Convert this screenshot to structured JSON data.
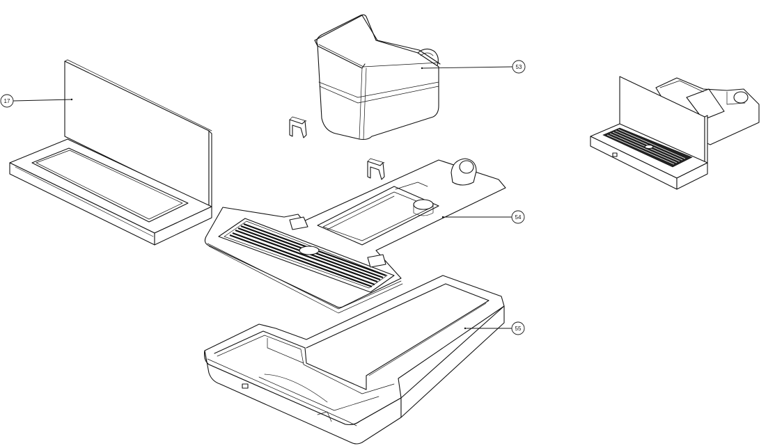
{
  "callouts": [
    {
      "id": "callout-17",
      "label": "17"
    },
    {
      "id": "callout-53",
      "label": "53"
    },
    {
      "id": "callout-54",
      "label": "54"
    },
    {
      "id": "callout-55",
      "label": "55"
    }
  ],
  "colors": {
    "line": "#111111",
    "background": "#ffffff"
  }
}
